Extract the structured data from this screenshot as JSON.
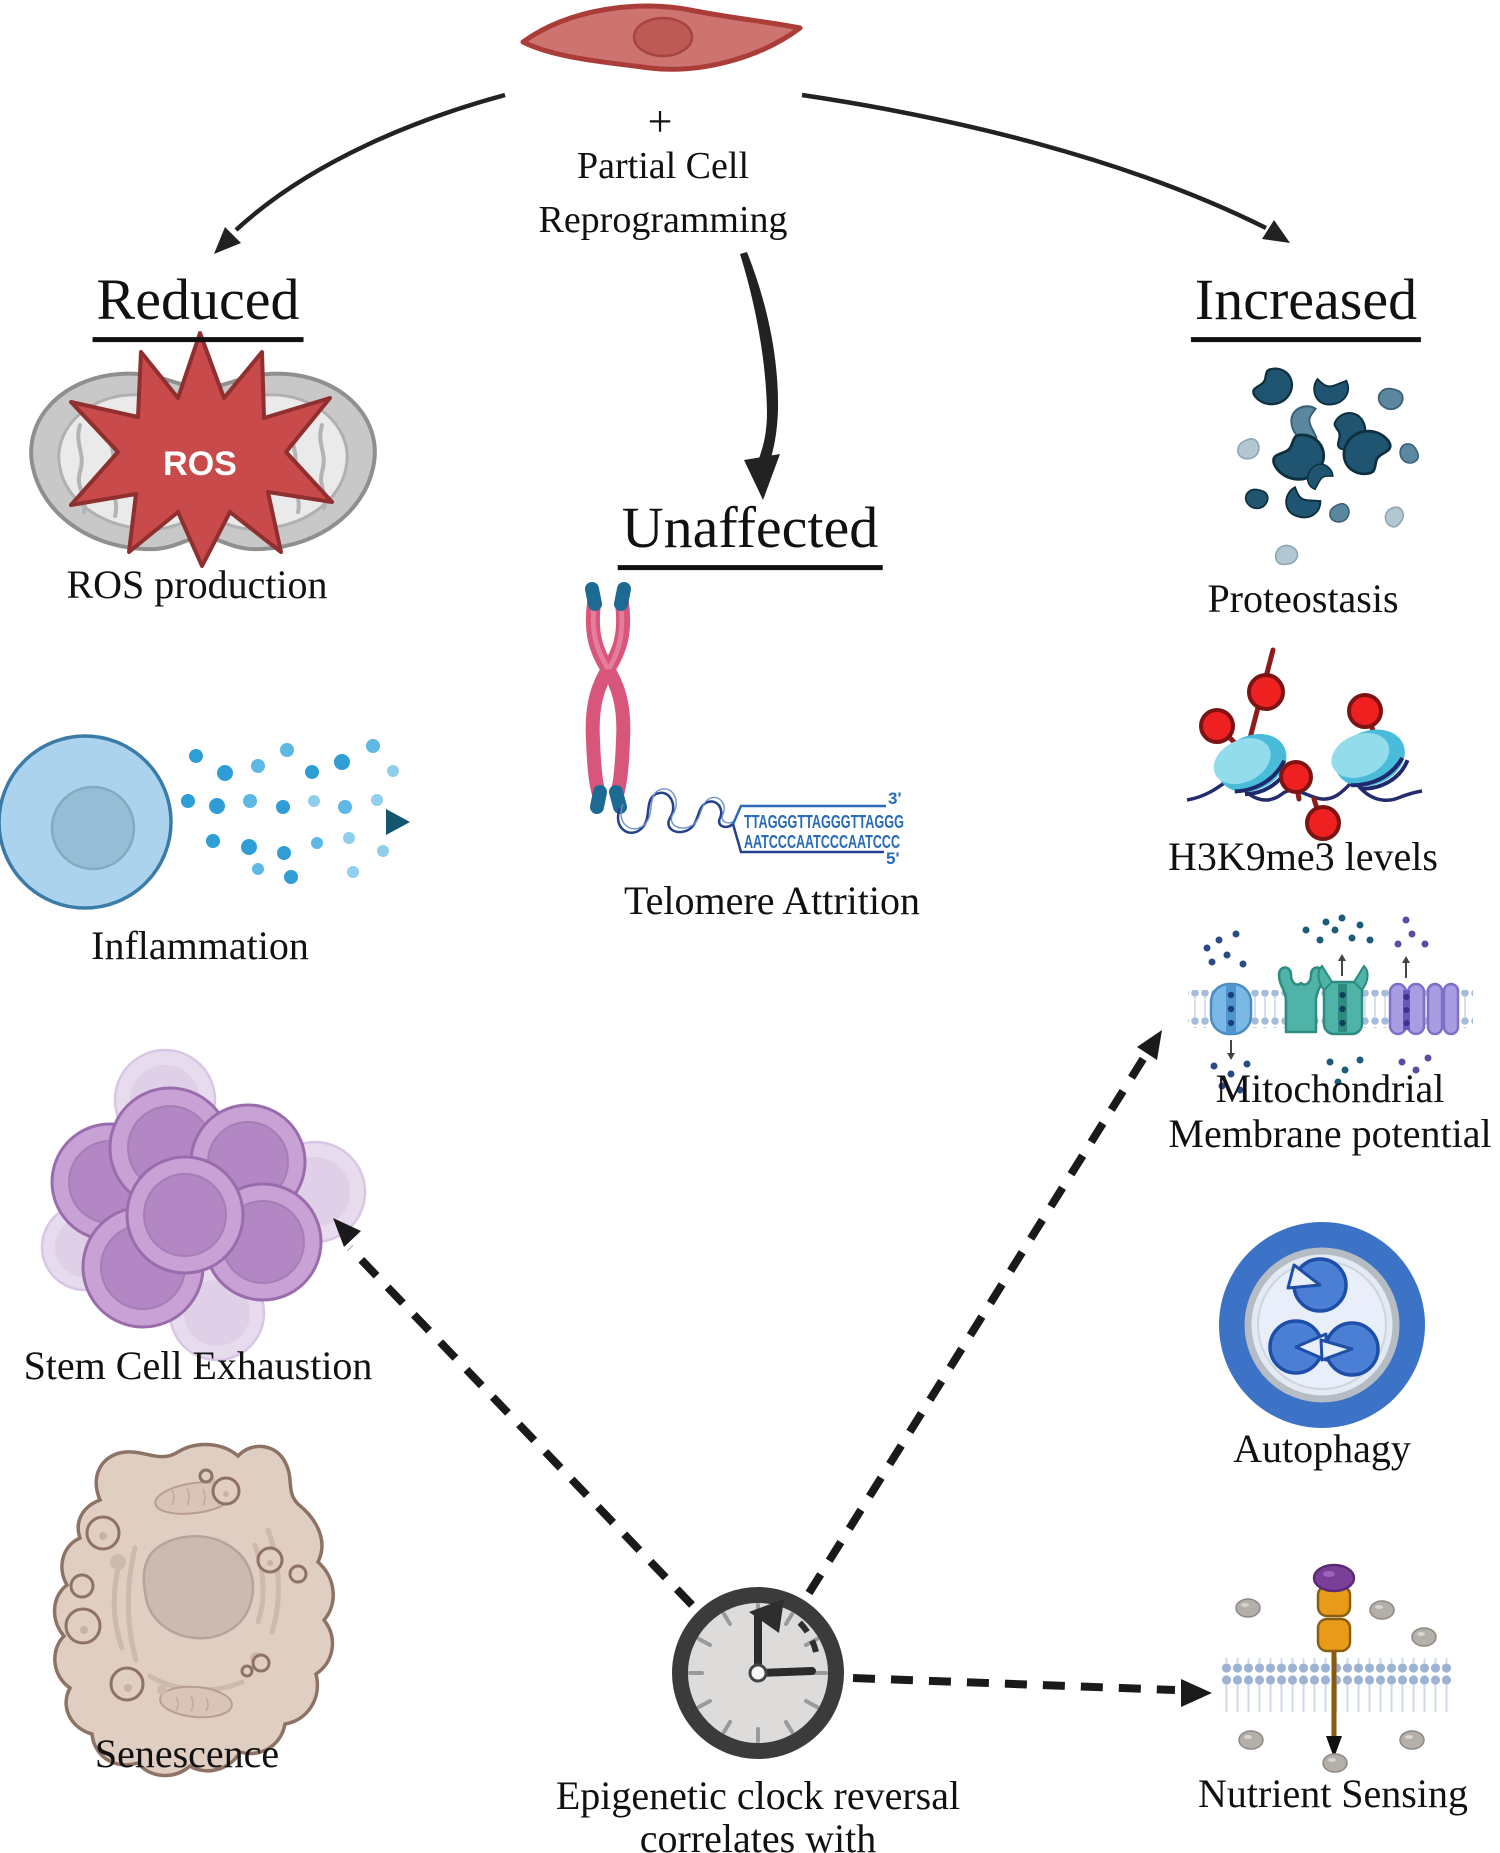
{
  "header": {
    "plus": "+",
    "title_line1": "Partial Cell",
    "title_line2": "Reprogramming"
  },
  "reduced": {
    "heading": "Reduced",
    "ros_badge": "ROS",
    "ros_label": "ROS production",
    "inflammation_label": "Inflammation",
    "stem_cell_label": "Stem Cell Exhaustion",
    "senescence_label": "Senescence"
  },
  "unaffected": {
    "heading": "Unaffected",
    "telomere_label": "Telomere Attrition",
    "sequence_top": "TTAGGGTTAGGGTTAGGG",
    "sequence_bottom": "AATCCCAATCCCAATCCC",
    "prime3": "3'",
    "prime5": "5'"
  },
  "increased": {
    "heading": "Increased",
    "proteostasis_label": "Proteostasis",
    "h3k9me3_label": "H3K9me3 levels",
    "mito_label_line1": "Mitochondrial",
    "mito_label_line2": "Membrane potential",
    "autophagy_label": "Autophagy",
    "nutrient_label": "Nutrient Sensing"
  },
  "clock": {
    "caption_line1": "Epigenetic clock reversal",
    "caption_line2": "correlates with"
  },
  "colors": {
    "fibroblast_red": "#ce7470",
    "ros_star_red": "#c94a4a",
    "inflammation_blue": "#abd3ee",
    "stem_purple": "#c8a2d4",
    "senescence_tan": "#e0cec2",
    "proteostasis_teal": "#1f5570",
    "nucleosome_cyan": "#49bcd9",
    "methyl_red": "#ee2020",
    "autophagy_blue": "#3d73c6",
    "receptor_orange": "#e89b18",
    "dna_blue": "#2a6bb8"
  }
}
